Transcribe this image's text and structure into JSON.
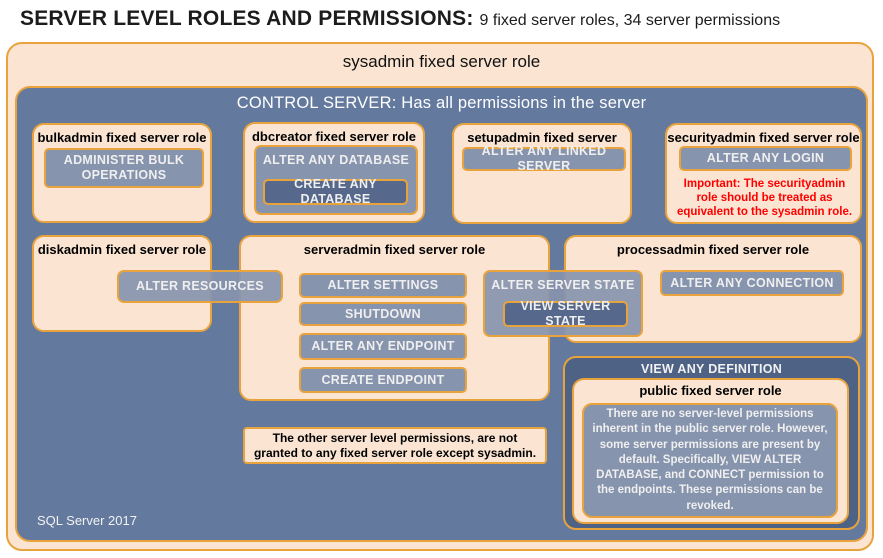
{
  "colors": {
    "peach_fill": "#FBE5D2",
    "gold_border": "#E8A33D",
    "slate_blue_fill": "#64799E",
    "light_slate_chip": "#8794AE",
    "dark_slate_chip": "#56688C",
    "dark_panel": "#4D6285",
    "warning_red": "#FF0000"
  },
  "header": {
    "title": "SERVER LEVEL ROLES AND PERMISSIONS:",
    "subtitle": "9 fixed server roles, 34 server permissions"
  },
  "sysadmin": {
    "title": "sysadmin fixed server role"
  },
  "control_server": {
    "title": "CONTROL SERVER: Has all permissions in the server",
    "footer": "SQL Server 2017"
  },
  "roles": {
    "bulkadmin": {
      "title": "bulkadmin fixed server role",
      "permission": "ADMINISTER BULK OPERATIONS"
    },
    "dbcreator": {
      "title": "dbcreator fixed server role",
      "permission": "ALTER ANY DATABASE",
      "nested_permission": "CREATE ANY DATABASE"
    },
    "setupadmin": {
      "title": "setupadmin fixed server role",
      "permission": "ALTER ANY LINKED SERVER"
    },
    "securityadmin": {
      "title": "securityadmin fixed server role",
      "permission": "ALTER ANY LOGIN",
      "warning": "Important: The securityadmin role should be treated as equivalent to the sysadmin role."
    },
    "diskadmin": {
      "title": "diskadmin fixed server role",
      "permission": "ALTER RESOURCES"
    },
    "serveradmin": {
      "title": "serveradmin fixed server role",
      "permissions": [
        "ALTER SETTINGS",
        "SHUTDOWN",
        "ALTER ANY ENDPOINT",
        "CREATE ENDPOINT"
      ],
      "state_permission": "ALTER SERVER STATE",
      "nested_state_permission": "VIEW SERVER STATE"
    },
    "processadmin": {
      "title": "processadmin fixed server role",
      "permission": "ALTER ANY CONNECTION"
    },
    "public": {
      "banner": "VIEW ANY DEFINITION",
      "title": "public fixed server role",
      "description": "There are no server-level permissions inherent in the public server role. However, some server permissions are present by default. Specifically, VIEW ALTER DATABASE, and CONNECT permission to the endpoints. These permissions can be revoked."
    }
  },
  "note": "The other server level permissions, are not granted to any fixed server role except sysadmin."
}
